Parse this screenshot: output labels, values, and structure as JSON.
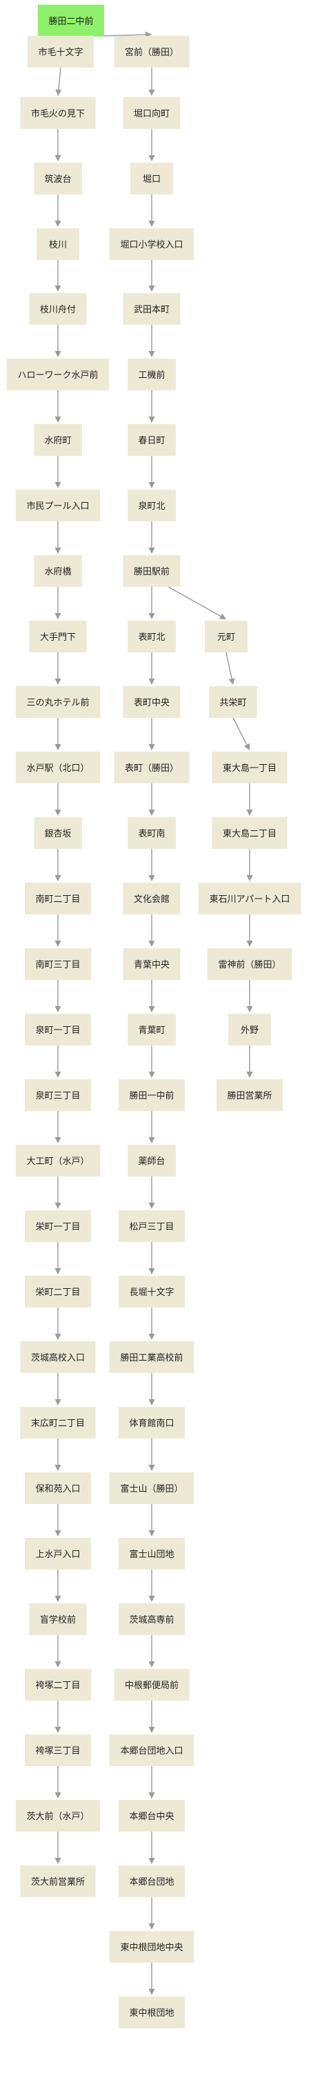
{
  "diagram": {
    "type": "route-tree",
    "colors": {
      "root_fill": "#8ef06b",
      "node_fill": "#ede9d5",
      "edge": "#9a9a9a",
      "text": "#222222"
    },
    "root": "勝田二中前",
    "nodes": [
      "勝田二中前",
      "市毛十文字",
      "市毛火の見下",
      "筑波台",
      "枝川",
      "枝川舟付",
      "ハローワーク水戸前",
      "水府町",
      "市民プール入口",
      "水府橋",
      "大手門下",
      "三の丸ホテル前",
      "水戸駅（北口）",
      "銀杏坂",
      "南町二丁目",
      "南町三丁目",
      "泉町一丁目",
      "泉町三丁目",
      "大工町（水戸）",
      "栄町一丁目",
      "栄町二丁目",
      "茨城高校入口",
      "末広町二丁目",
      "保和苑入口",
      "上水戸入口",
      "盲学校前",
      "袴塚二丁目",
      "袴塚三丁目",
      "茨大前（水戸）",
      "茨大前営業所",
      "宮前（勝田）",
      "堀口向町",
      "堀口",
      "堀口小学校入口",
      "武田本町",
      "工機前",
      "春日町",
      "泉町北",
      "勝田駅前",
      "表町北",
      "表町中央",
      "表町（勝田）",
      "表町南",
      "文化会館",
      "青葉中央",
      "青葉町",
      "勝田一中前",
      "薬師台",
      "松戸三丁目",
      "長堀十文字",
      "勝田工業高校前",
      "体育館南口",
      "富士山（勝田）",
      "富士山団地",
      "茨城高専前",
      "中根郵便局前",
      "本郷台団地入口",
      "本郷台中央",
      "本郷台団地",
      "東中根団地中央",
      "東中根団地",
      "元町",
      "共栄町",
      "東大島一丁目",
      "東大島二丁目",
      "東石川アパート入口",
      "雷神前（勝田）",
      "外野",
      "勝田営業所"
    ],
    "edges": [
      [
        "勝田二中前",
        "市毛十文字"
      ],
      [
        "市毛十文字",
        "市毛火の見下"
      ],
      [
        "市毛火の見下",
        "筑波台"
      ],
      [
        "筑波台",
        "枝川"
      ],
      [
        "枝川",
        "枝川舟付"
      ],
      [
        "枝川舟付",
        "ハローワーク水戸前"
      ],
      [
        "ハローワーク水戸前",
        "水府町"
      ],
      [
        "水府町",
        "市民プール入口"
      ],
      [
        "市民プール入口",
        "水府橋"
      ],
      [
        "水府橋",
        "大手門下"
      ],
      [
        "大手門下",
        "三の丸ホテル前"
      ],
      [
        "三の丸ホテル前",
        "水戸駅（北口）"
      ],
      [
        "水戸駅（北口）",
        "銀杏坂"
      ],
      [
        "銀杏坂",
        "南町二丁目"
      ],
      [
        "南町二丁目",
        "南町三丁目"
      ],
      [
        "南町三丁目",
        "泉町一丁目"
      ],
      [
        "泉町一丁目",
        "泉町三丁目"
      ],
      [
        "泉町三丁目",
        "大工町（水戸）"
      ],
      [
        "大工町（水戸）",
        "栄町一丁目"
      ],
      [
        "栄町一丁目",
        "栄町二丁目"
      ],
      [
        "栄町二丁目",
        "茨城高校入口"
      ],
      [
        "茨城高校入口",
        "末広町二丁目"
      ],
      [
        "末広町二丁目",
        "保和苑入口"
      ],
      [
        "保和苑入口",
        "上水戸入口"
      ],
      [
        "上水戸入口",
        "盲学校前"
      ],
      [
        "盲学校前",
        "袴塚二丁目"
      ],
      [
        "袴塚二丁目",
        "袴塚三丁目"
      ],
      [
        "袴塚三丁目",
        "茨大前（水戸）"
      ],
      [
        "茨大前（水戸）",
        "茨大前営業所"
      ],
      [
        "勝田二中前",
        "宮前（勝田）"
      ],
      [
        "宮前（勝田）",
        "堀口向町"
      ],
      [
        "堀口向町",
        "堀口"
      ],
      [
        "堀口",
        "堀口小学校入口"
      ],
      [
        "堀口小学校入口",
        "武田本町"
      ],
      [
        "武田本町",
        "工機前"
      ],
      [
        "工機前",
        "春日町"
      ],
      [
        "春日町",
        "泉町北"
      ],
      [
        "泉町北",
        "勝田駅前"
      ],
      [
        "勝田駅前",
        "表町北"
      ],
      [
        "表町北",
        "表町中央"
      ],
      [
        "表町中央",
        "表町（勝田）"
      ],
      [
        "表町（勝田）",
        "表町南"
      ],
      [
        "表町南",
        "文化会館"
      ],
      [
        "文化会館",
        "青葉中央"
      ],
      [
        "青葉中央",
        "青葉町"
      ],
      [
        "青葉町",
        "勝田一中前"
      ],
      [
        "勝田一中前",
        "薬師台"
      ],
      [
        "薬師台",
        "松戸三丁目"
      ],
      [
        "松戸三丁目",
        "長堀十文字"
      ],
      [
        "長堀十文字",
        "勝田工業高校前"
      ],
      [
        "勝田工業高校前",
        "体育館南口"
      ],
      [
        "体育館南口",
        "富士山（勝田）"
      ],
      [
        "富士山（勝田）",
        "富士山団地"
      ],
      [
        "富士山団地",
        "茨城高専前"
      ],
      [
        "茨城高専前",
        "中根郵便局前"
      ],
      [
        "中根郵便局前",
        "本郷台団地入口"
      ],
      [
        "本郷台団地入口",
        "本郷台中央"
      ],
      [
        "本郷台中央",
        "本郷台団地"
      ],
      [
        "本郷台団地",
        "東中根団地中央"
      ],
      [
        "東中根団地中央",
        "東中根団地"
      ],
      [
        "勝田駅前",
        "元町"
      ],
      [
        "元町",
        "共栄町"
      ],
      [
        "共栄町",
        "東大島一丁目"
      ],
      [
        "東大島一丁目",
        "東大島二丁目"
      ],
      [
        "東大島二丁目",
        "東石川アパート入口"
      ],
      [
        "東石川アパート入口",
        "雷神前（勝田）"
      ],
      [
        "雷神前（勝田）",
        "外野"
      ],
      [
        "外野",
        "勝田営業所"
      ]
    ]
  }
}
